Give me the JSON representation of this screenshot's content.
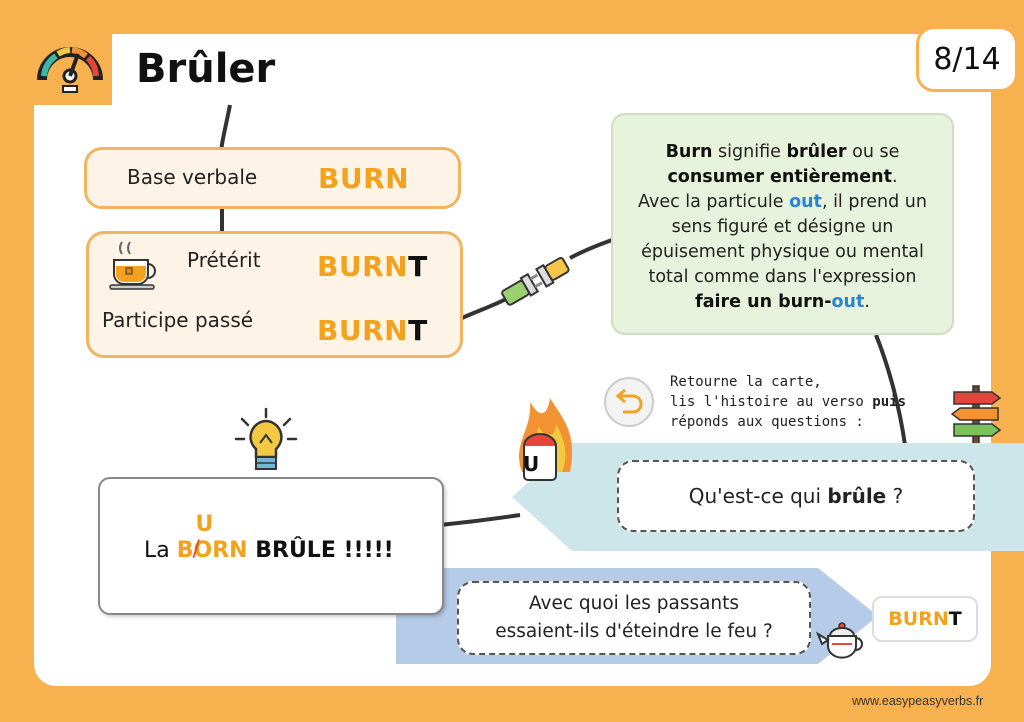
{
  "title": "Brûler",
  "page_indicator": "8/14",
  "forms": {
    "base_label": "Base verbale",
    "base_value": "BURN",
    "preterit_label": "Prétérit",
    "preterit_value_main": "BURN",
    "preterit_value_end": "T",
    "participle_label": "Participe passé",
    "participle_value_main": "BURN",
    "participle_value_end": "T"
  },
  "info": {
    "l1_a": "Burn",
    "l1_b": " signifie ",
    "l1_c": "brûler",
    "l1_d": " ou se",
    "l2": "consumer entièrement",
    "l2_dot": ".",
    "l3_a": "Avec la particule ",
    "l3_b": "out",
    "l3_c": ", il prend un",
    "l4": "sens figuré et désigne un",
    "l5": "épuisement physique ou mental",
    "l6": "total comme dans l'expression",
    "l7_a": "faire un burn-",
    "l7_b": "out",
    "l7_c": "."
  },
  "instructions": {
    "l1": "Retourne la carte,",
    "l2_a": "lis l'histoire au verso ",
    "l2_b": "puis",
    "l3": "réponds aux questions :"
  },
  "question1": {
    "a": "Qu'est-ce qui ",
    "b": "brûle",
    "c": " ?"
  },
  "question2": {
    "l1": "Avec quoi les passants",
    "l2": "essaient-ils d'éteindre le feu ?"
  },
  "answer2": {
    "main": "BURN",
    "end": "T"
  },
  "story": {
    "la": "La ",
    "b": "B",
    "o": "O",
    "u": "U",
    "rn": "RN",
    "rest": " BRÛLE !!!!!"
  },
  "fire_badge_letter": "U",
  "footer": "www.easypeasyverbs.fr",
  "colors": {
    "accent": "#f2a21d",
    "border_orange": "#f7b24f",
    "info_bg": "#e7f3dc",
    "band_teal": "#cde6ea",
    "band_blue": "#b6cbe8",
    "link_blue": "#2a84d2"
  },
  "icons": [
    "speedometer-icon",
    "tea-cup-icon",
    "power-plug-icon",
    "lightbulb-icon",
    "return-arrow-icon",
    "fire-badge-icon",
    "signpost-icon",
    "teapot-icon"
  ]
}
